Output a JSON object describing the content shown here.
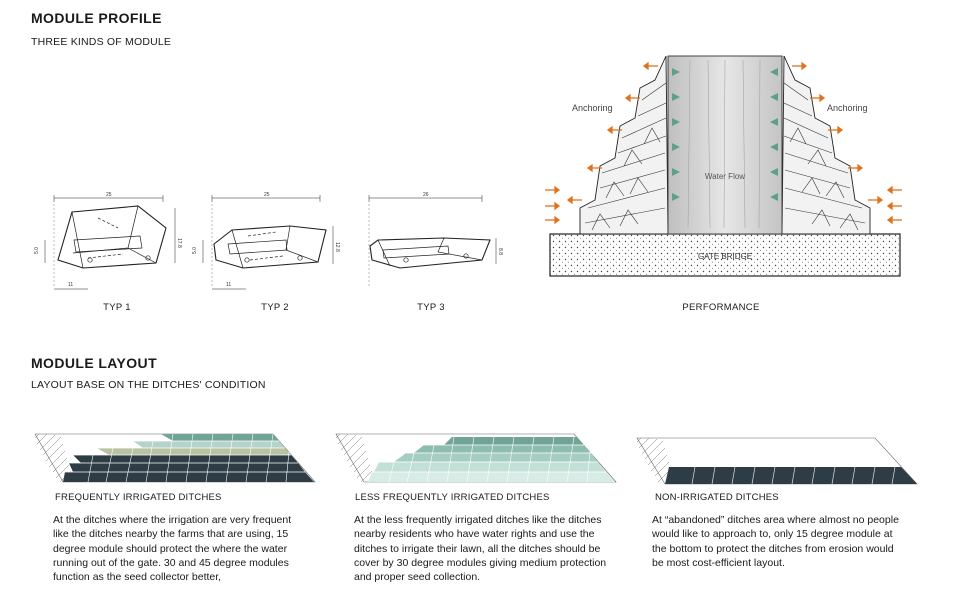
{
  "profile": {
    "title": "MODULE PROFILE",
    "subtitle": "THREE KINDS OF MODULE",
    "modules": [
      {
        "caption": "TYP 1",
        "dim_top": "25",
        "dim_side": "17.8",
        "dim_left": "5.0",
        "dim_bottom": "11"
      },
      {
        "caption": "TYP 2",
        "dim_top": "25",
        "dim_side": "12.8",
        "dim_left": "5.0",
        "dim_bottom": "11"
      },
      {
        "caption": "TYP 3",
        "dim_top": "26",
        "dim_side": "8.8",
        "dim_left": "",
        "dim_bottom": ""
      }
    ],
    "performance": {
      "caption": "PERFORMANCE",
      "anchoring_left": "Anchoring",
      "anchoring_right": "Anchoring",
      "water_flow": "Water Flow",
      "gate_bridge": "GATE BRIDGE"
    }
  },
  "layout": {
    "title": "MODULE LAYOUT",
    "subtitle": "LAYOUT BASE ON THE DITCHES' CONDITION",
    "colors": {
      "dark": "#2e3d45",
      "teal": "#6fa497",
      "light_teal": "#b6d3cb",
      "olive": "#b7c3a1"
    },
    "panels": [
      {
        "title": "FREQUENTLY IRRIGATED DITCHES",
        "text": "At the ditches where the irrigation are very frequent like the ditches nearby the farms that are using, 15 degree module should protect the where the water running out of the gate. 30 and 45 degree modules function as the seed collector better,"
      },
      {
        "title": "LESS FREQUENTLY IRRIGATED DITCHES",
        "text": "At the less frequently irrigated ditches like the ditches nearby residents who have water rights and use the ditches to irrigate their lawn, all the ditches should be cover by 30 degree modules giving medium protection and proper seed collection."
      },
      {
        "title": "NON-IRRIGATED DITCHES",
        "text": "At “abandoned” ditches area where almost no people would like to approach to, only 15 degree module at the bottom to protect the ditches from erosion would be most cost-efficient layout."
      }
    ]
  }
}
